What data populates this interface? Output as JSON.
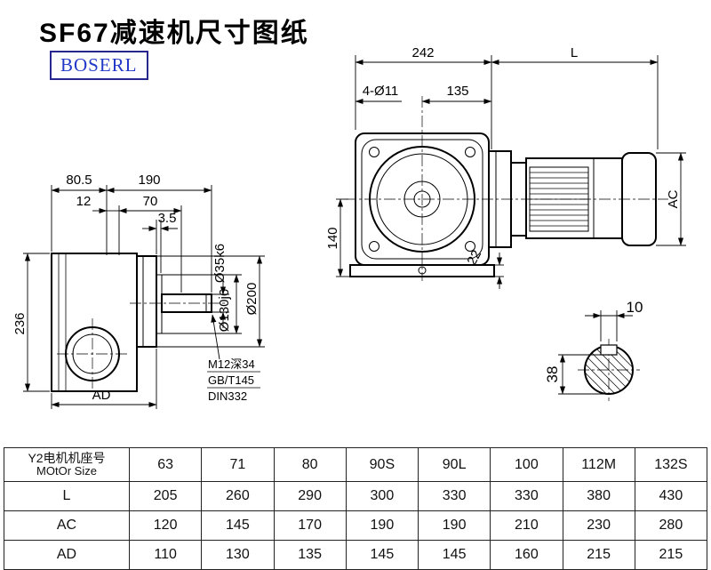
{
  "page": {
    "title": "SF67减速机尺寸图纸",
    "logo": "BOSERL"
  },
  "side_view": {
    "dims": {
      "d80_5": "80.5",
      "d190": "190",
      "d12": "12",
      "d70": "70",
      "d3_5": "3.5",
      "d236": "236",
      "dAD": "AD",
      "shaft_dia": "Ø35k6",
      "spigot_dia": "Ø130j6",
      "flange_dia": "Ø200"
    },
    "notes": {
      "line1": "M12深34",
      "line2": "GB/T145",
      "line3": "DIN332"
    }
  },
  "front_view": {
    "dims": {
      "d242": "242",
      "dL": "L",
      "holes": "4-Ø11",
      "d135": "135",
      "d140": "140",
      "d22": "22",
      "dAC": "AC"
    }
  },
  "key_section": {
    "dims": {
      "d10": "10",
      "d38": "38"
    }
  },
  "table": {
    "rows": [
      {
        "label_line1": "Y2电机机座号",
        "label_line2": "MOtOr Size",
        "values": [
          "63",
          "71",
          "80",
          "90S",
          "90L",
          "100",
          "112M",
          "132S"
        ]
      },
      {
        "label": "L",
        "values": [
          "205",
          "260",
          "290",
          "300",
          "330",
          "330",
          "380",
          "430"
        ]
      },
      {
        "label": "AC",
        "values": [
          "120",
          "145",
          "170",
          "190",
          "190",
          "210",
          "230",
          "280"
        ]
      },
      {
        "label": "AD",
        "values": [
          "110",
          "130",
          "135",
          "145",
          "145",
          "160",
          "215",
          "215"
        ]
      }
    ]
  }
}
